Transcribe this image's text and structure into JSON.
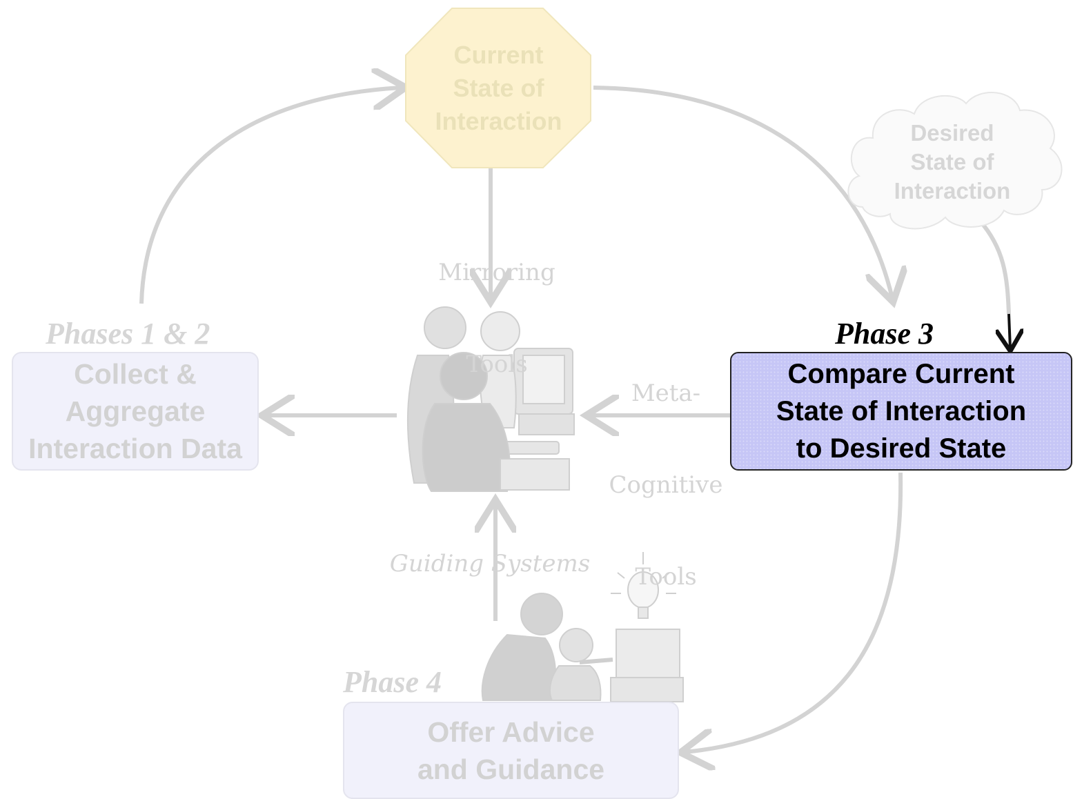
{
  "octagon": {
    "lines": [
      "Current",
      "State of",
      "Interaction"
    ]
  },
  "cloud": {
    "lines": [
      "Desired",
      "State of",
      "Interaction"
    ]
  },
  "phases": {
    "p12": {
      "label": "Phases 1 & 2",
      "lines": [
        "Collect &",
        "Aggregate",
        "Interaction Data"
      ]
    },
    "p3": {
      "label": "Phase 3",
      "lines": [
        "Compare Current",
        "State of Interaction",
        "to Desired State"
      ]
    },
    "p4": {
      "label": "Phase 4",
      "lines": [
        "Offer Advice",
        "and Guidance"
      ]
    }
  },
  "tools": {
    "mirroring": [
      "Mirroring",
      "Tools"
    ],
    "meta": [
      "Meta-",
      "Cognitive",
      "Tools"
    ],
    "guiding": "Guiding Systems"
  },
  "colors": {
    "faded_text": "#d2d2d2",
    "arrow": "#d3d3d3",
    "octagon_fill": "#fdf2cf",
    "active_fill": "#c6c6f6",
    "active_border": "#222222"
  },
  "icons": [
    "people-at-computer-icon",
    "teacher-student-lightbulb-icon"
  ]
}
